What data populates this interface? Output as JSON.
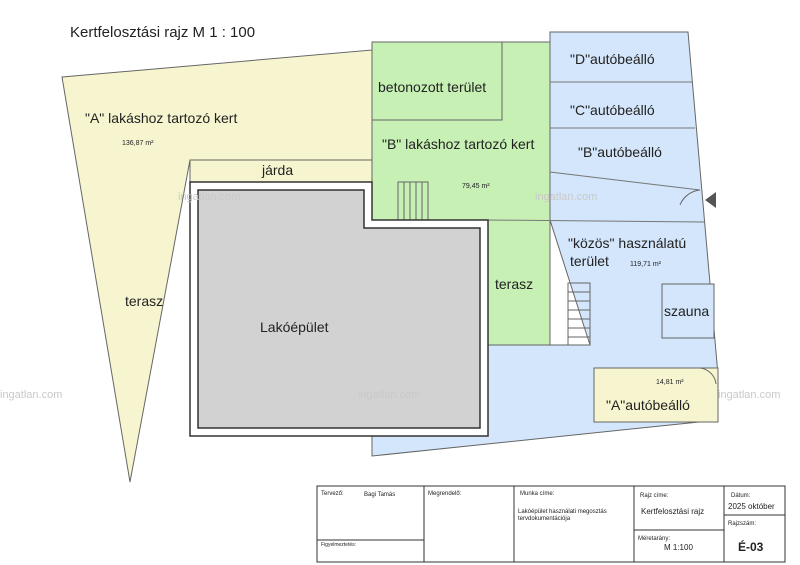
{
  "title": "Kertfelosztási rajz M 1 : 100",
  "zones": {
    "garden_a_label": "\"A\" lakáshoz tartozó kert",
    "garden_a_area": "136,87 m²",
    "concrete_label": "betonozott terület",
    "garden_b_label": "\"B\" lakáshoz tartozó kert",
    "garden_b_area": "79,45 m²",
    "parking_d": "\"D\"autóbeálló",
    "parking_c": "\"C\"autóbeálló",
    "parking_b": "\"B\"autóbeálló",
    "common_label_1": "\"közös\" használatú",
    "common_label_2": "terület",
    "common_area": "119,71 m²",
    "sauna": "szauna",
    "parking_a": "\"A\"autóbeálló",
    "parking_a_area": "14,81 m²",
    "sidewalk": "járda",
    "terrace_left": "terasz",
    "terrace_right": "terasz",
    "building": "Lakóépület"
  },
  "watermark": "ingatlan.com",
  "title_block": {
    "designer_label": "Tervező:",
    "designer_name": "Bagi Tamás",
    "client_label": "Megrendelő:",
    "work_label": "Munka címe:",
    "work_desc_1": "Lakóépület használati megosztás",
    "work_desc_2": "tervdokumentációja",
    "drawing_label": "Rajz címe:",
    "drawing_title": "Kertfelosztási rajz",
    "date_label": "Dátum:",
    "date_value": "2025 október",
    "sheet_label": "Rajzszám:",
    "sheet_value": "É-03",
    "scale_label": "Méretarány:",
    "scale_value": "M 1:100",
    "notes_label": "Figyelmeztetés:"
  },
  "colors": {
    "yellow": "#f7f5cf",
    "green": "#c6f0b4",
    "blue": "#d3e6fb",
    "building": "#d2d2d2"
  }
}
